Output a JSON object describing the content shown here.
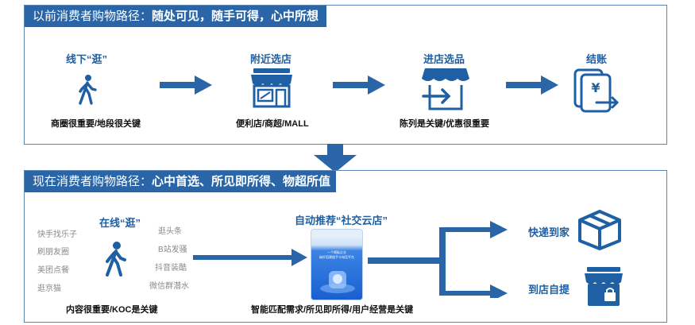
{
  "top": {
    "banner_prefix": "以前消费者购物路径：",
    "banner_emph": "随处可见，随手可得，心中所想",
    "stages": [
      {
        "title": "线下“逛”",
        "caption": "商圈很重要/地段很关键",
        "icon": "walking-person-icon"
      },
      {
        "title": "附近选店",
        "caption": "便利店/商超/MALL",
        "icon": "storefront-icon"
      },
      {
        "title": "进店选品",
        "caption": "陈列是关键/优惠很重要",
        "icon": "enter-store-icon"
      },
      {
        "title": "结账",
        "caption": "",
        "icon": "yen-checkout-icon"
      }
    ]
  },
  "bottom": {
    "banner_prefix": "现在消费者购物路径：",
    "banner_emph": "心中首选、所见即所得、物超所值",
    "online_title": "在线“逛”",
    "left_apps": [
      "快手找乐子",
      "刷朋友圈",
      "美团点餐",
      "逛京猫"
    ],
    "right_apps": [
      "逛头条",
      "B站发骚",
      "抖音装酷",
      "微信群潜水"
    ],
    "online_caption": "内容很重要/KOC是关键",
    "recommend_title": "自动推荐“社交云店”",
    "recommend_caption": "智能匹配需求/所见即所得/用户经营是关键",
    "phone_lines": [
      "一个模板企业",
      "碳纤搭建链手卡电话平台"
    ],
    "delivery_label": "快递到家",
    "pickup_label": "到店自提"
  },
  "colors": {
    "brand": "#2a66a7",
    "accent": "#1f5fa3",
    "border": "#5b86b5"
  }
}
